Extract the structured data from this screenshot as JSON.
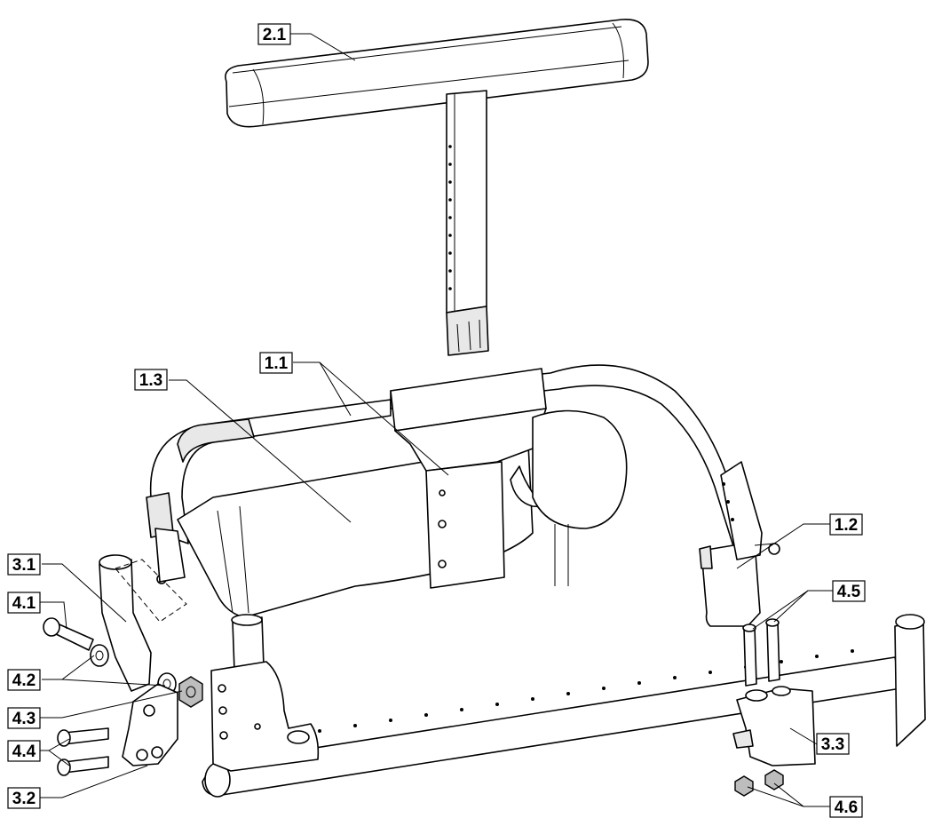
{
  "labels": {
    "l2_1": "2.1",
    "l1_1": "1.1",
    "l1_3": "1.3",
    "l1_2": "1.2",
    "l3_1": "3.1",
    "l4_1": "4.1",
    "l4_2": "4.2",
    "l4_3": "4.3",
    "l4_4": "4.4",
    "l3_2": "3.2",
    "l4_5": "4.5",
    "l3_3": "3.3",
    "l4_6": "4.6"
  }
}
